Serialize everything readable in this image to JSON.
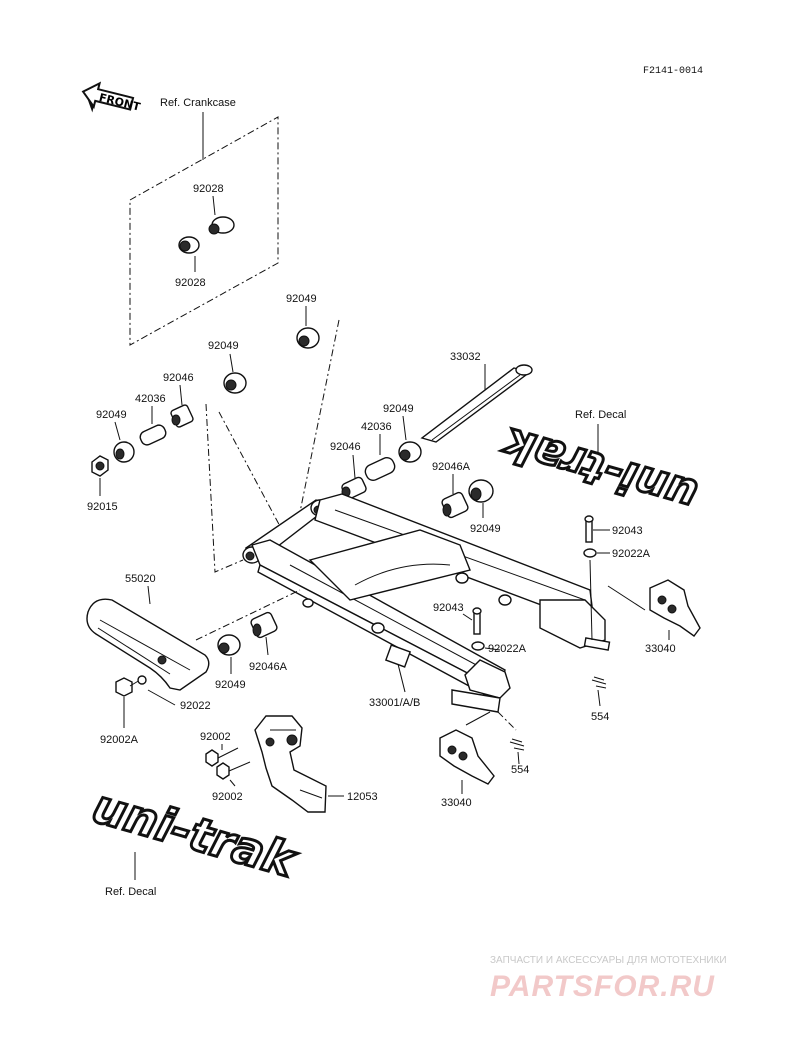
{
  "diagram_code": "F2141-0014",
  "front_label": "FRONT",
  "refs": {
    "crankcase": "Ref. Crankcase",
    "decal_right": "Ref. Decal",
    "decal_left": "Ref. Decal"
  },
  "decal_text": "uni-trak",
  "parts": {
    "p92028_top": "92028",
    "p92028_bottom": "92028",
    "p92049_a": "92049",
    "p92049_b": "92049",
    "p92049_c": "92049",
    "p92049_d": "92049",
    "p92049_e": "92049",
    "p92049_f": "92049",
    "p92046_a": "92046",
    "p92046_b": "92046",
    "p42036_a": "42036",
    "p42036_b": "42036",
    "p92015": "92015",
    "p33032": "33032",
    "p92046A_a": "92046A",
    "p92046A_b": "92046A",
    "p92043_a": "92043",
    "p92043_b": "92043",
    "p92022A_a": "92022A",
    "p92022A_b": "92022A",
    "p33040_a": "33040",
    "p33040_b": "33040",
    "p554_a": "554",
    "p554_b": "554",
    "p55020": "55020",
    "p92022": "92022",
    "p92002A": "92002A",
    "p33001": "33001/A/B",
    "p92002_a": "92002",
    "p92002_b": "92002",
    "p12053": "12053"
  },
  "watermark": {
    "caption": "ЗАПЧАСТИ И АКСЕССУАРЫ ДЛЯ МОТОТЕХНИКИ",
    "brand": "PARTSFOR.RU"
  }
}
